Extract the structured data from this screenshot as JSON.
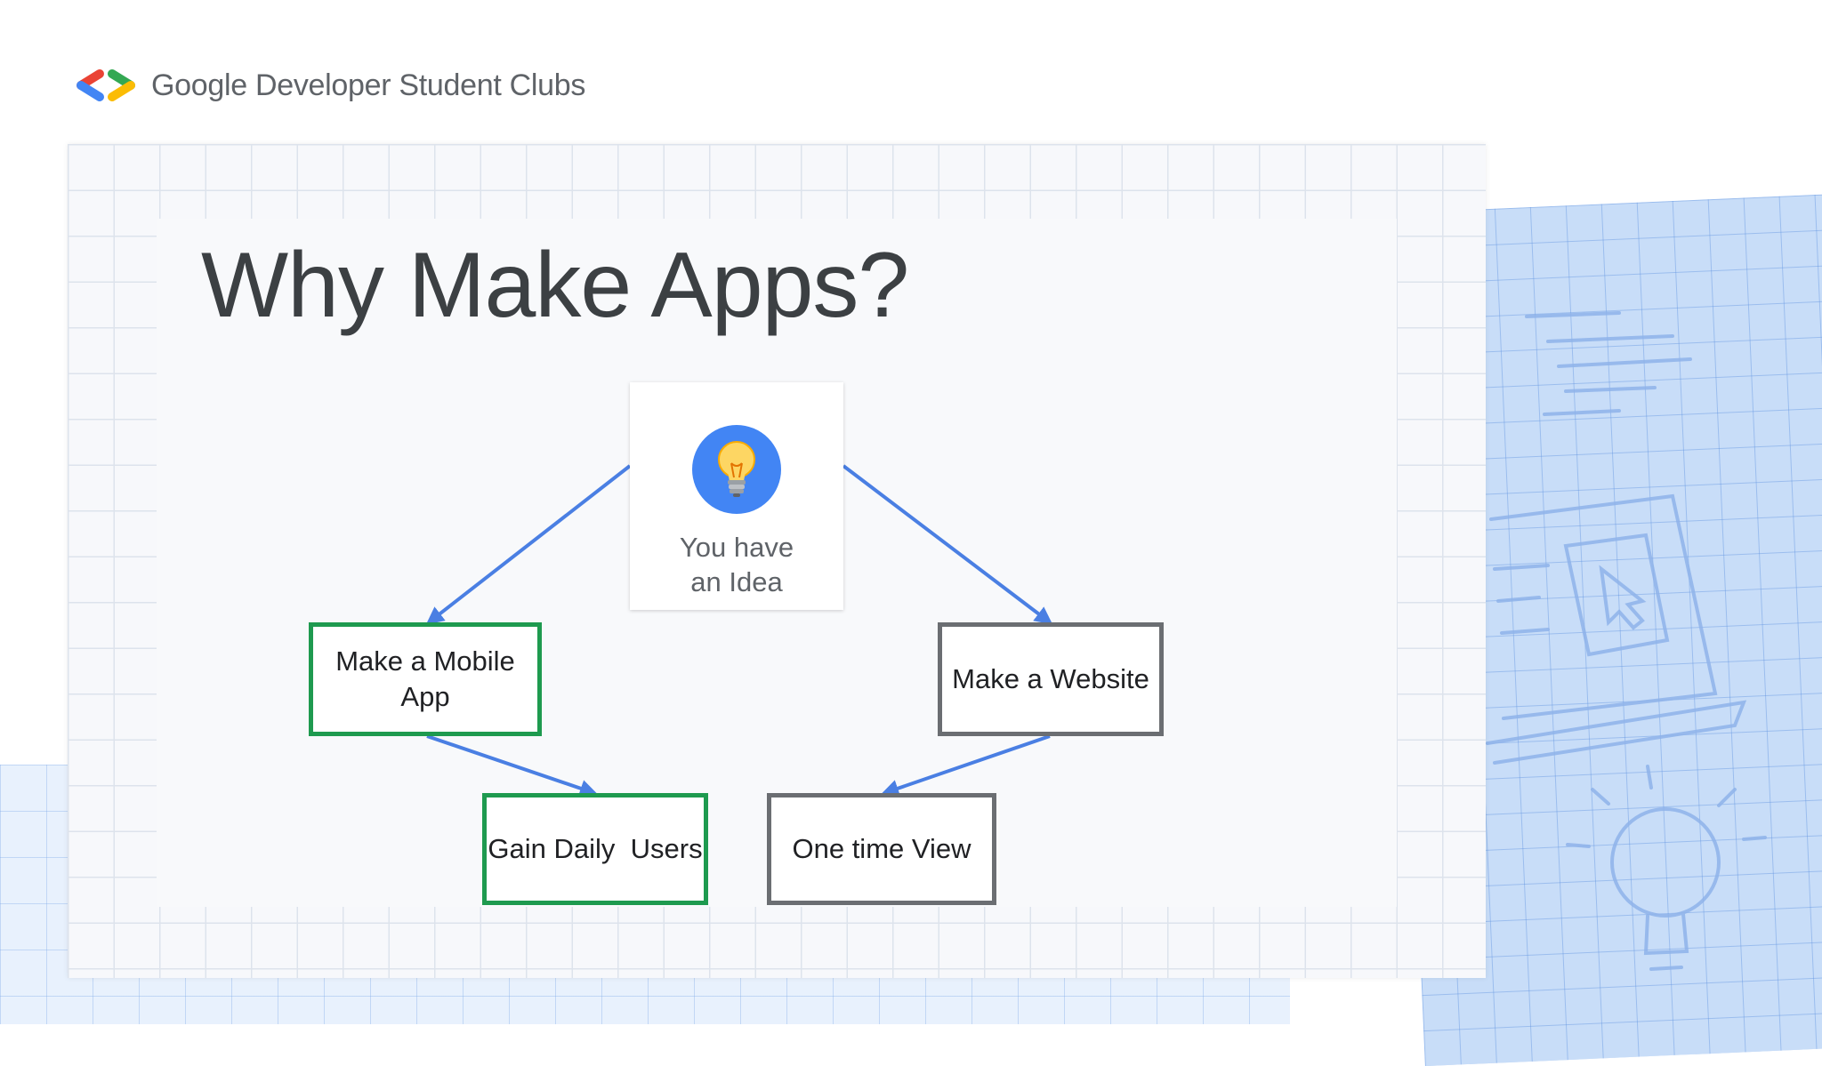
{
  "header": {
    "brand": "Google Developer Student Clubs"
  },
  "slide": {
    "title": "Why Make Apps?"
  },
  "diagram": {
    "root": {
      "line1": "You have",
      "line2": "an Idea",
      "icon": "lightbulb-icon"
    },
    "mobile": "Make a Mobile App",
    "website": "Make a Website",
    "users": "Gain Daily  Users",
    "view": "One time View"
  },
  "colors": {
    "arrow": "#4a7fe3",
    "green_border": "#1e9a4f",
    "grey_border": "#6b6e72",
    "idea_circle": "#4285f4",
    "title": "#3c4043"
  }
}
